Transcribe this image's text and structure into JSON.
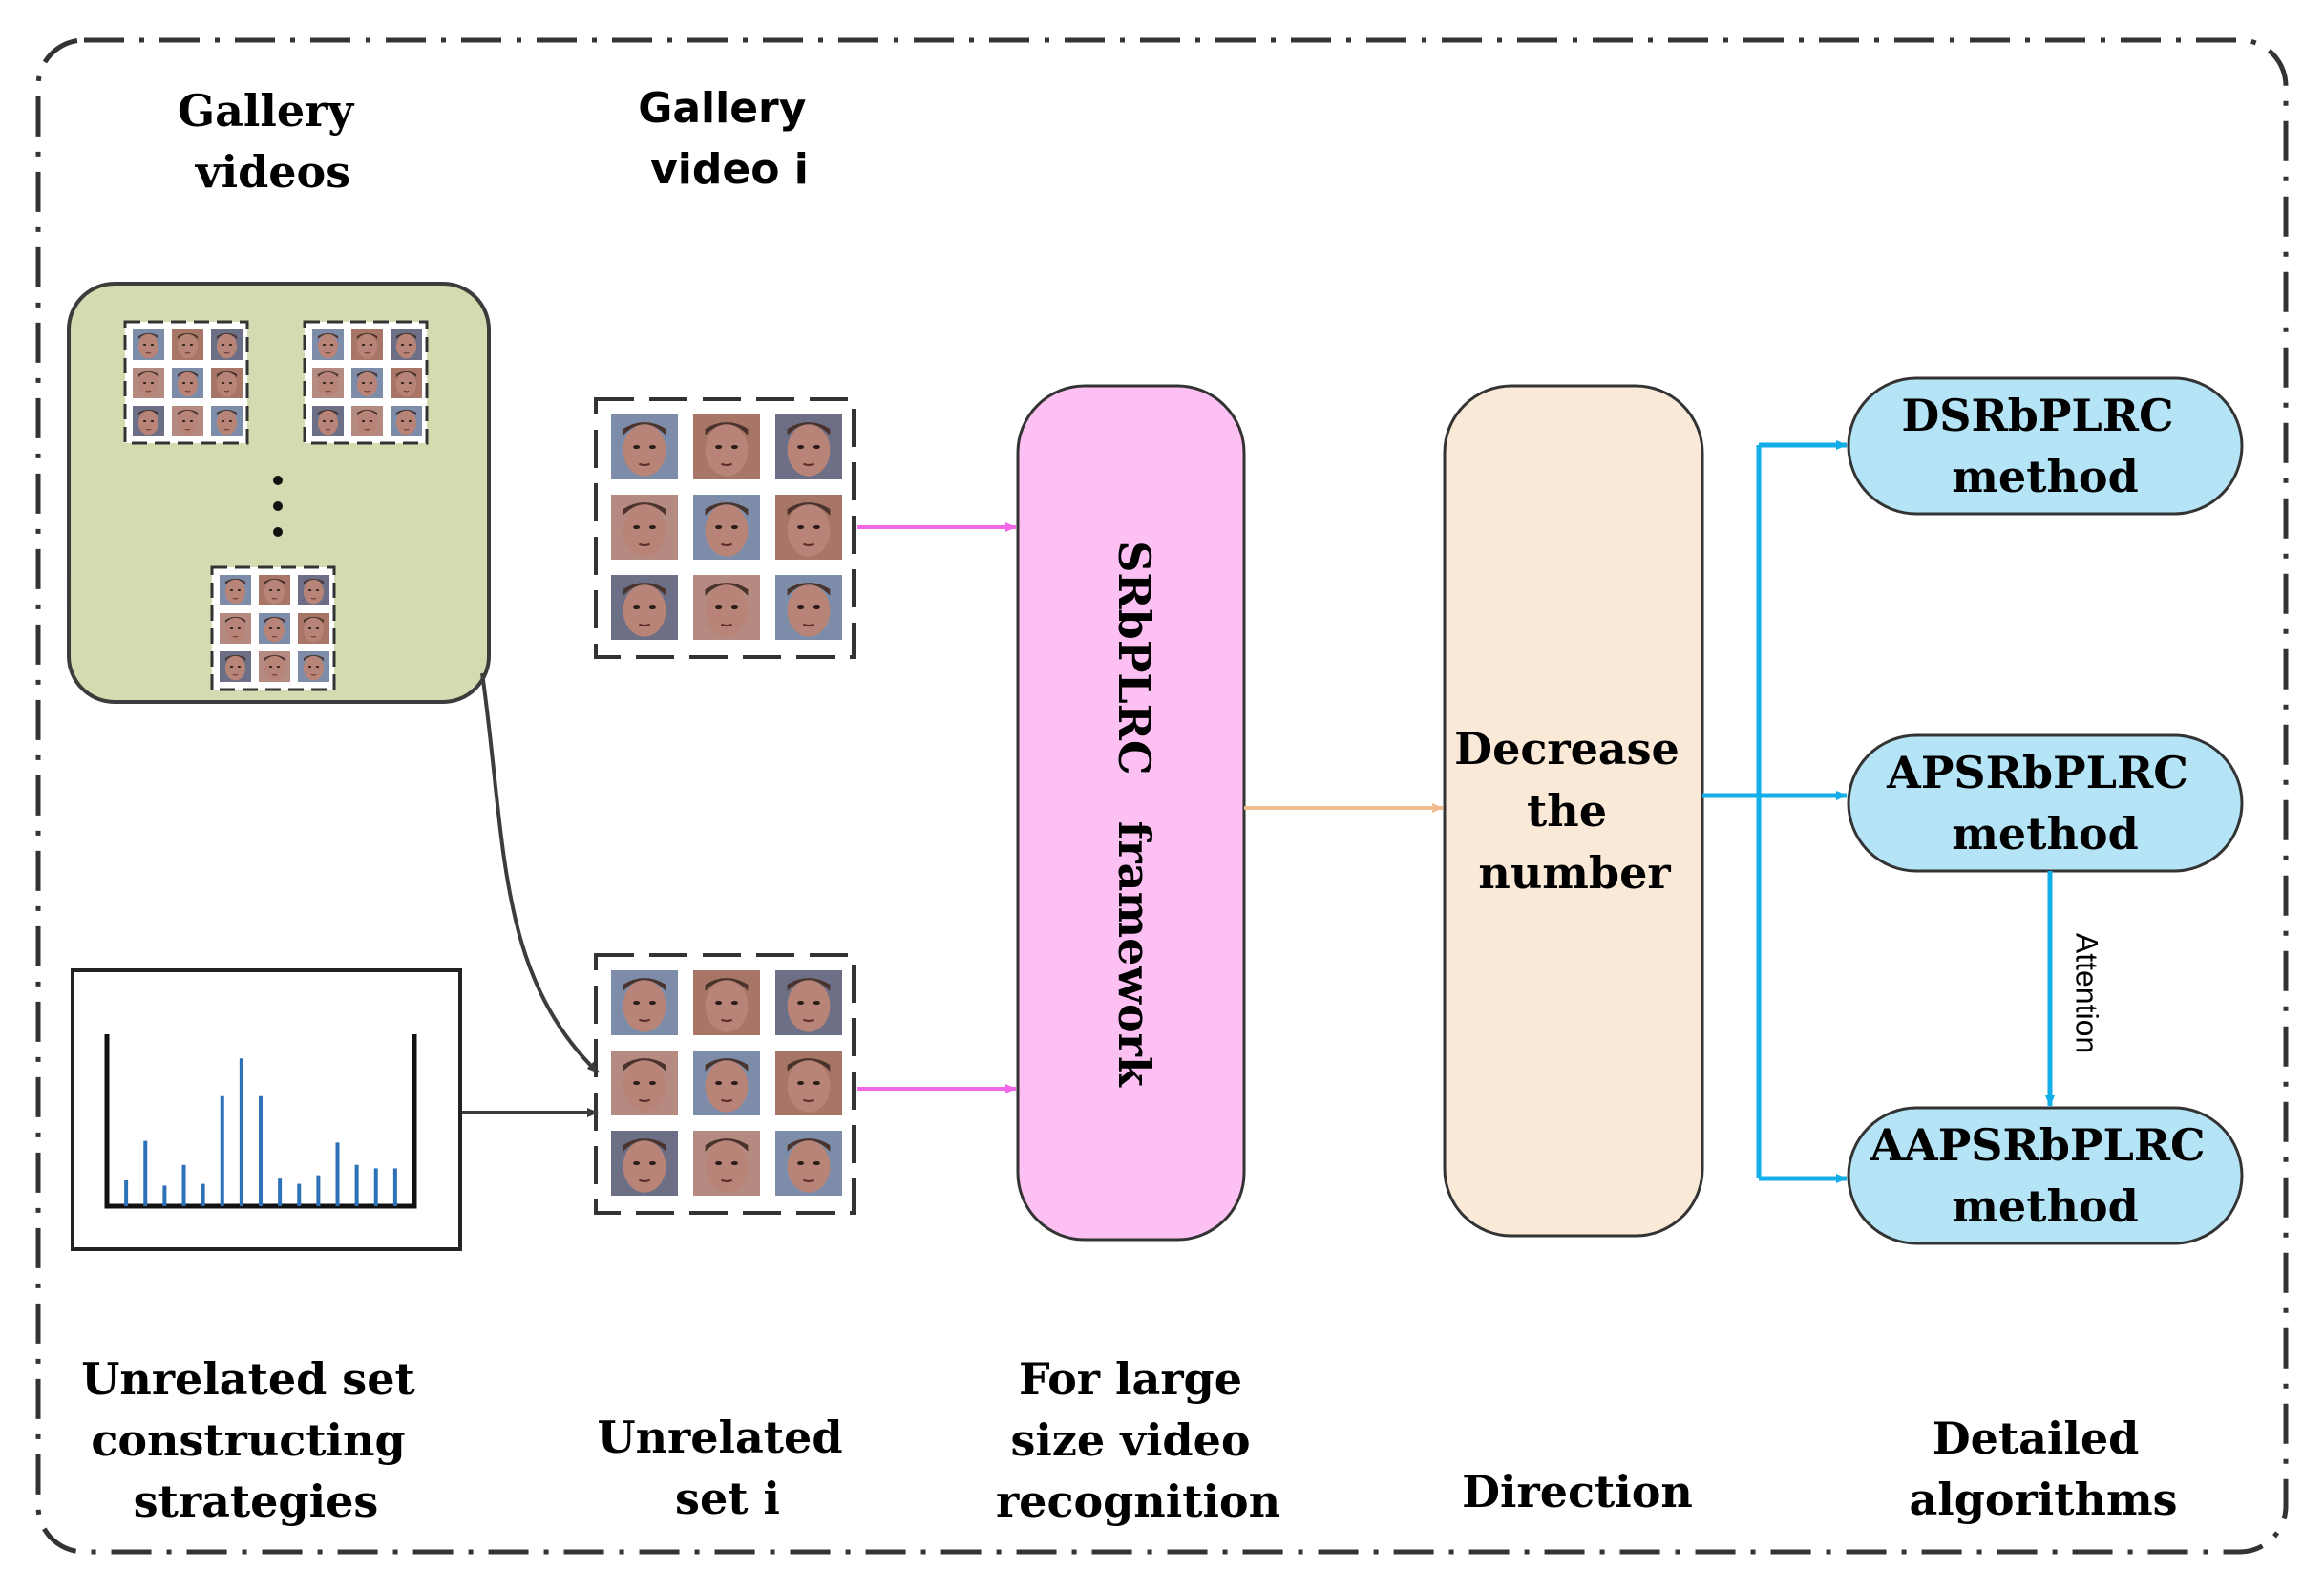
{
  "labels": {
    "gallery_videos": [
      "Gallery",
      "videos"
    ],
    "gallery_video_i": [
      "Gallery",
      "video i"
    ],
    "unrelated_strategies": [
      "Unrelated set",
      "constructing",
      "strategies"
    ],
    "unrelated_set_i": [
      "Unrelated",
      "set i"
    ],
    "large_size": [
      "For large",
      "size video",
      "recognition"
    ],
    "direction": "Direction",
    "detailed": [
      "Detailed",
      "algorithms"
    ]
  },
  "nodes": {
    "framework": "SRbPLRC   framework",
    "decrease": [
      "Decrease",
      "the",
      "number"
    ],
    "dsr": [
      "DSRbPLRC",
      "method"
    ],
    "apsr": [
      "APSRbPLRC",
      "method"
    ],
    "aapsr": [
      "AAPSRbPLRC",
      "method"
    ]
  },
  "edges": {
    "attention": "Attention"
  },
  "colors": {
    "green_box": "#d3dcb0",
    "framework": "#fcc0f2",
    "decrease": "#fbe9d8",
    "method": "#b5e4f7",
    "pink_arrow": "#f266e8",
    "orange_arrow": "#f1bc8d",
    "blue_arrow": "#12aee8",
    "histogram": "#2d72b8",
    "face": "#b88477"
  },
  "histogram_values": [
    0.15,
    0.38,
    0.12,
    0.24,
    0.13,
    0.64,
    0.86,
    0.64,
    0.16,
    0.13,
    0.18,
    0.37,
    0.24,
    0.22,
    0.22
  ]
}
